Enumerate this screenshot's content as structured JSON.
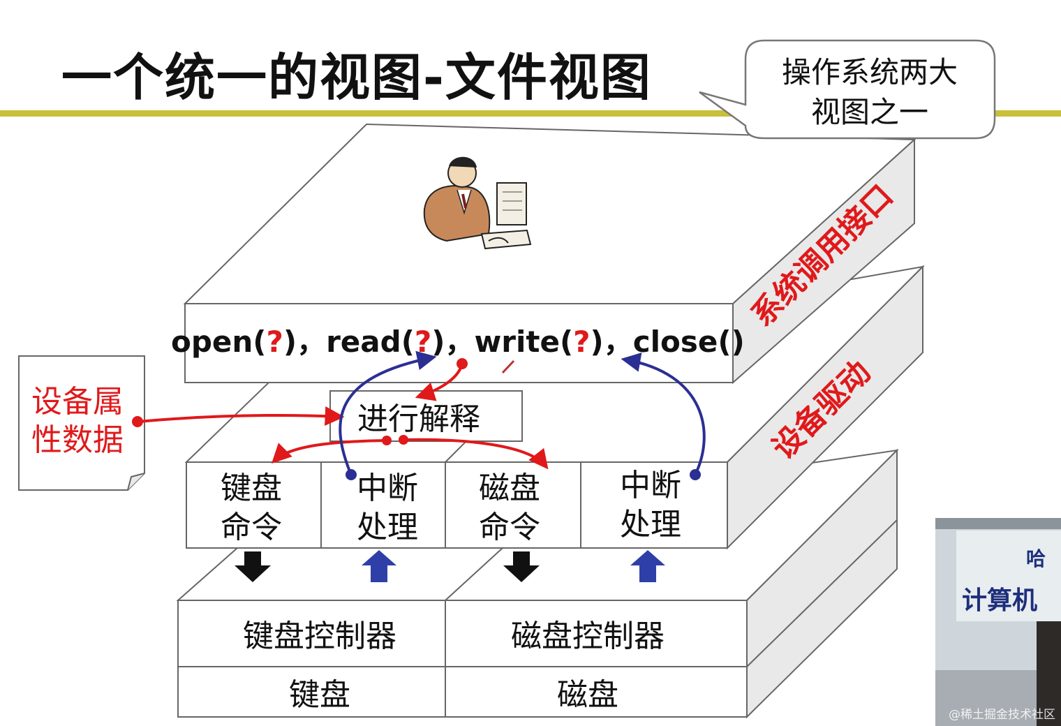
{
  "title": "一个统一的视图-文件视图",
  "callout": {
    "line1": "操作系统两大",
    "line2": "视图之一"
  },
  "layers": {
    "syscall_label": "系统调用接口",
    "driver_label": "设备驱动"
  },
  "syscalls": {
    "open_word": "open(",
    "read_word": "read(",
    "write_word": "write(",
    "close_word": "close()",
    "question": "?",
    "close_paren": ")",
    "separator": "，"
  },
  "interpret_box": "进行解释",
  "device_attr_note": {
    "line1": "设备属",
    "line2": "性数据"
  },
  "driver_cells": [
    {
      "line1": "键盘",
      "line2": "命令"
    },
    {
      "line1": "中断",
      "line2": "处理"
    },
    {
      "line1": "磁盘",
      "line2": "命令"
    },
    {
      "line1": "中断",
      "line2": "处理"
    }
  ],
  "controllers": {
    "keyboard": "键盘控制器",
    "disk": "磁盘控制器"
  },
  "devices": {
    "keyboard": "键盘",
    "disk": "磁盘"
  },
  "video_inset": {
    "line1": "哈",
    "line2": "计算机"
  },
  "watermark": "@稀土掘金技术社区",
  "colors": {
    "title_rule": "#c8bf3a",
    "red": "#e0191b",
    "blue": "#2b2f93",
    "down_arrow": "#111111",
    "up_arrow": "#2e40a8",
    "layer_top": "#ffffff",
    "layer_side": "#e9e9e9",
    "layer_stroke": "#666666"
  }
}
